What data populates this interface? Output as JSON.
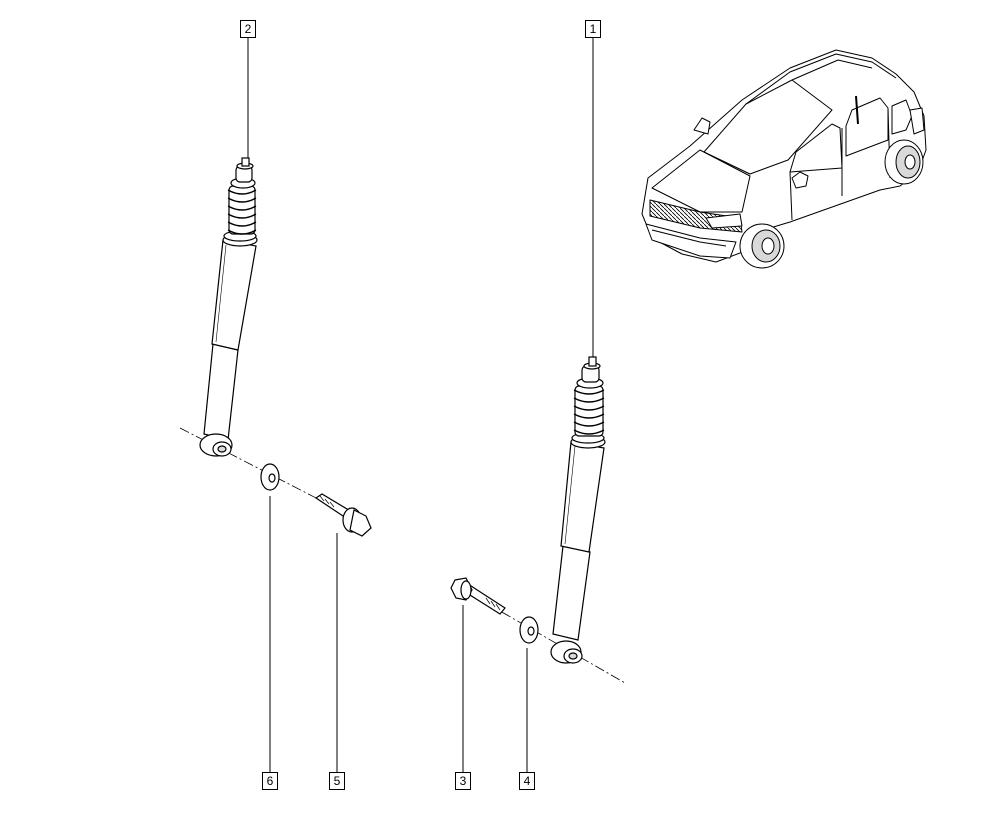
{
  "callouts": [
    {
      "id": "callout-1",
      "label": "1"
    },
    {
      "id": "callout-2",
      "label": "2"
    },
    {
      "id": "callout-3",
      "label": "3"
    },
    {
      "id": "callout-4",
      "label": "4"
    },
    {
      "id": "callout-5",
      "label": "5"
    },
    {
      "id": "callout-6",
      "label": "6"
    }
  ],
  "colors": {
    "line": "#000000",
    "fill": "#ffffff",
    "shade": "#d9d9d9"
  },
  "icons": {
    "shock_absorber": "shock-absorber-icon",
    "bolt": "bolt-icon",
    "washer": "washer-icon",
    "car": "car-icon"
  }
}
